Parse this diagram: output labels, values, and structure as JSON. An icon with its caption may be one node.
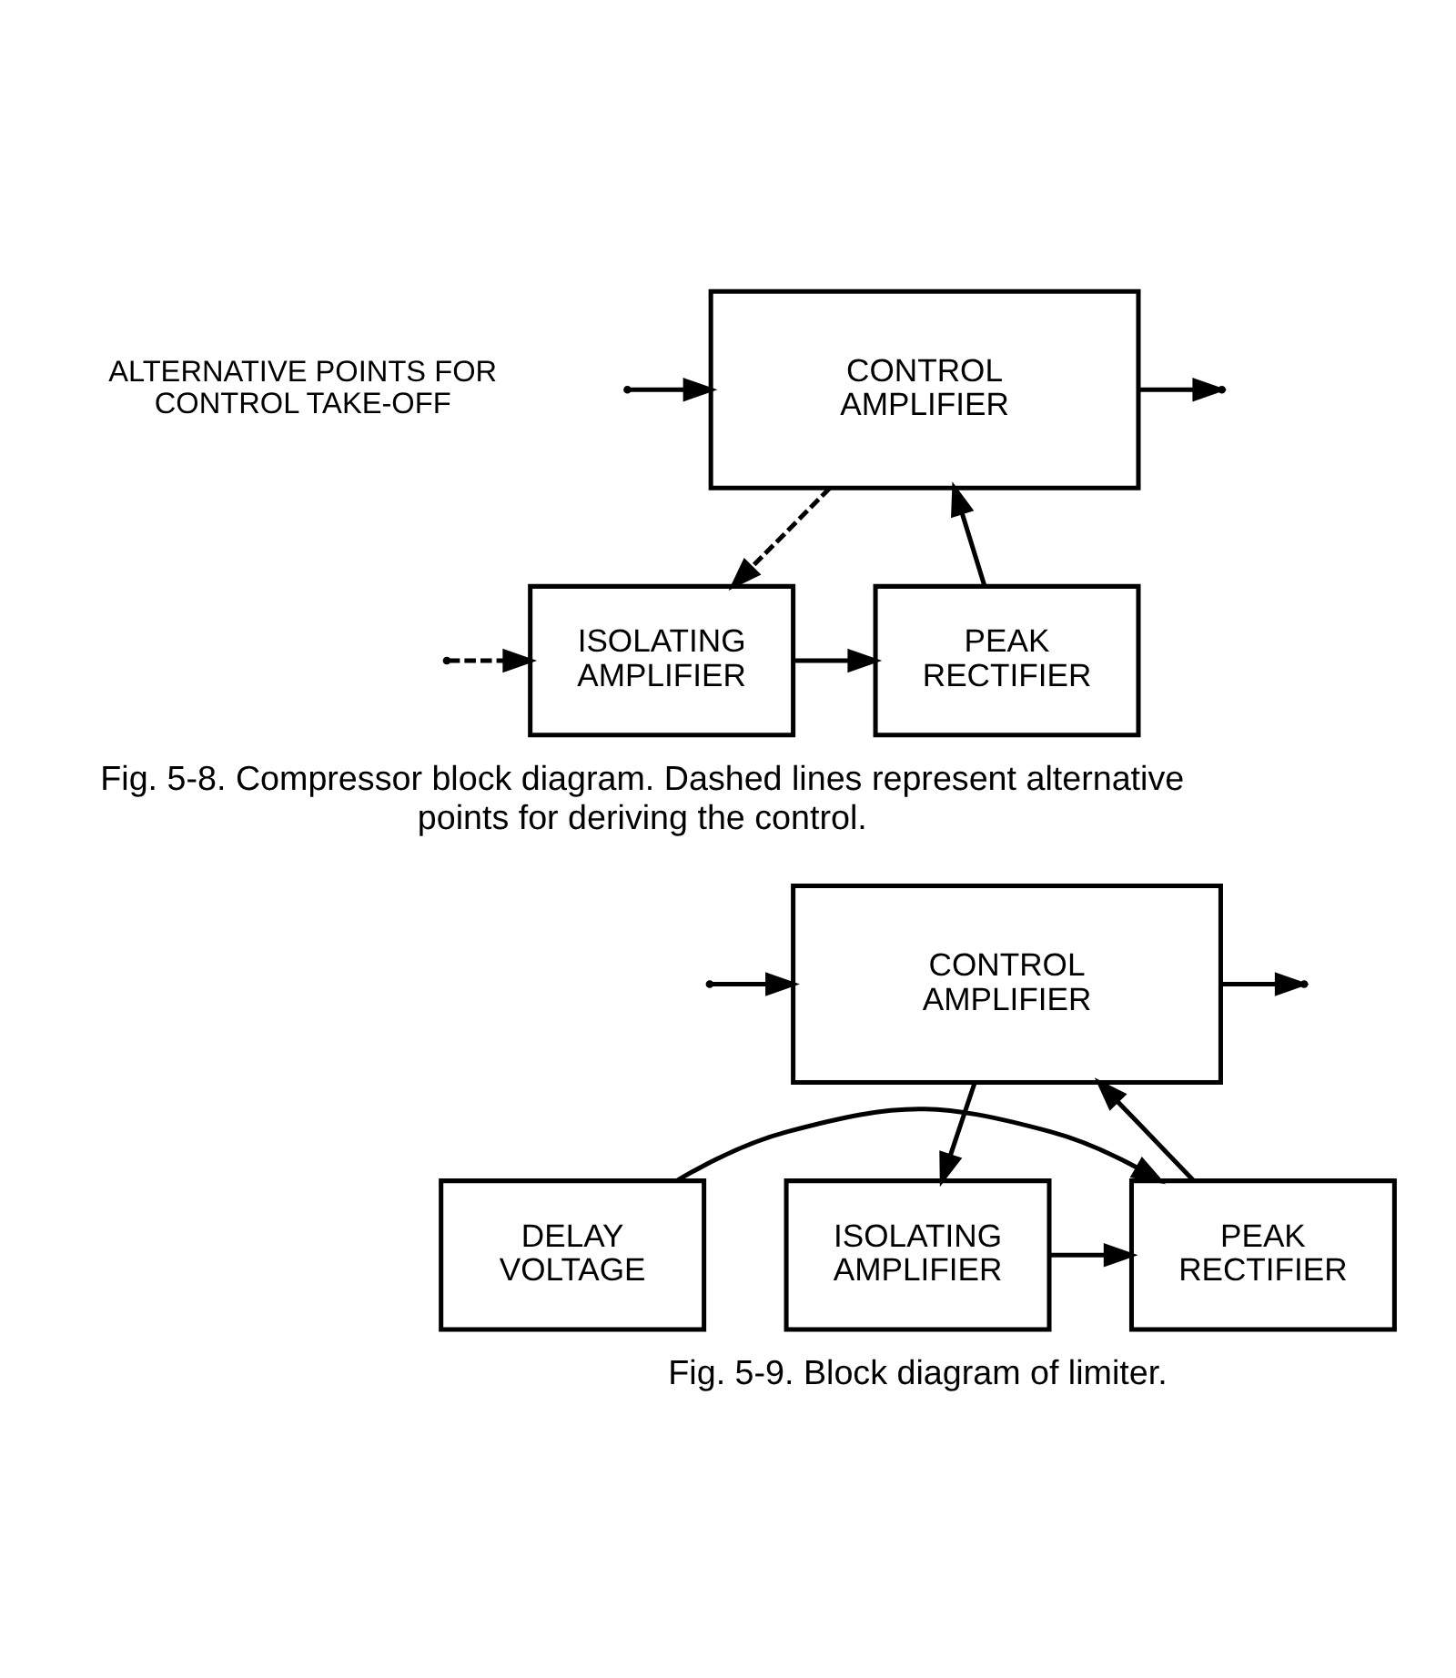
{
  "diagram": {
    "nodes": [
      {
        "text": [
          "CONTROL AMPLIFIER"
        ]
      },
      {
        "text": [
          "ISOLATING AMPLIFIER"
        ]
      },
      {
        "text": [
          "PEAK RECTIFIER"
        ]
      },
      {
        "text": [
          "CONTROL AMPLIFIER"
        ]
      },
      {
        "text": [
          "DELAY VOLTAGE"
        ]
      },
      {
        "text": [
          "PEAK RECTIFIER"
        ]
      },
      {
        "text": [
          "ISOLATING AMPLIFIER"
        ]
      }
    ],
    "edges": [
      {
        "from": null,
        "to": 0,
        "arrow": "to"
      },
      {
        "from": 0,
        "to": null,
        "arrow": "to"
      },
      {
        "from": null,
        "to": 1,
        "arrow": "to",
        "style": "dashed"
      },
      {
        "from": 0,
        "to": 1,
        "arrow": "to",
        "style": "dashed"
      },
      {
        "from": 1,
        "to": 2,
        "arrow": "to"
      },
      {
        "from": 2,
        "to": 0,
        "arrow": "to"
      },
      {
        "from": null,
        "to": 3,
        "arrow": "to"
      },
      {
        "from": 3,
        "to": null,
        "arrow": "to"
      },
      {
        "from": 3,
        "to": 6,
        "arrow": "to"
      },
      {
        "from": 6,
        "to": 5,
        "arrow": "to"
      },
      {
        "from": 4,
        "to": 5,
        "arrow": "to"
      },
      {
        "from": 5,
        "to": 3,
        "arrow": "to"
      }
    ],
    "labels": [
      "ALTERNATIVE POINTS FOR CONTROL TAKE-OFF",
      "Fig. 5-8. Compressor block diagram. Dashed lines represent alternative points for deriving the control.",
      "Fig. 5-9. Block diagram of limiter."
    ]
  }
}
